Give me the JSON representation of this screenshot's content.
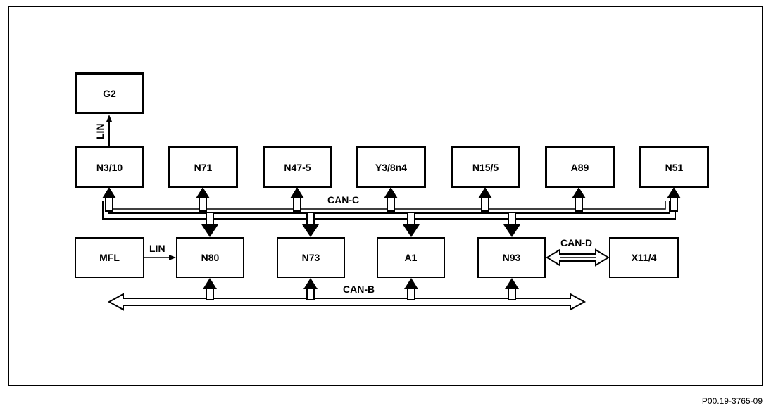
{
  "nodes": {
    "g2": "G2",
    "n3_10": "N3/10",
    "n71": "N71",
    "n47_5": "N47-5",
    "y3_8n4": "Y3/8n4",
    "n15_5": "N15/5",
    "a89": "A89",
    "n51": "N51",
    "mfl": "MFL",
    "n80": "N80",
    "n73": "N73",
    "a1": "A1",
    "n93": "N93",
    "x11_4": "X11/4"
  },
  "buses": {
    "can_c": "CAN-C",
    "can_b": "CAN-B",
    "can_d": "CAN-D",
    "lin_top": "LIN",
    "lin_mfl": "LIN"
  },
  "figure_id": "P00.19-3765-09"
}
